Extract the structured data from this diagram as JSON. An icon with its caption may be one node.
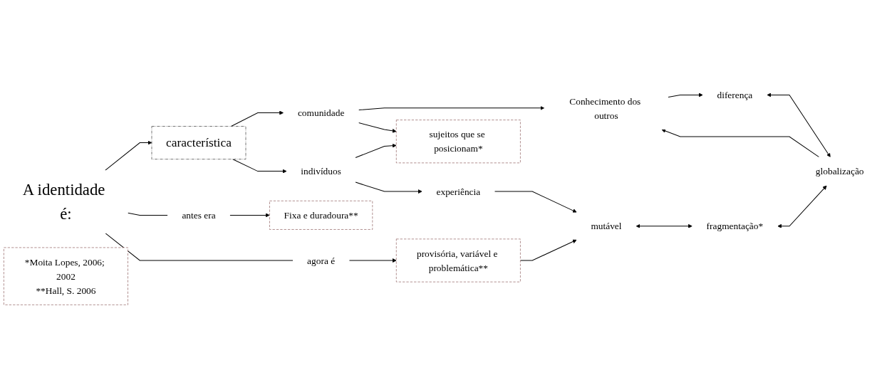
{
  "diagram": {
    "nodes": [
      {
        "text": [
          "A identidade é:"
        ]
      },
      {
        "text": [
          "característica"
        ]
      },
      {
        "text": [
          "comunidade"
        ]
      },
      {
        "text": [
          "indivíduos"
        ]
      },
      {
        "text": [
          "sujeitos que se posicionam*"
        ]
      },
      {
        "text": [
          "Conhecimento dos outros"
        ]
      },
      {
        "text": [
          "diferença"
        ]
      },
      {
        "text": [
          "globalização"
        ]
      },
      {
        "text": [
          "experiência"
        ]
      },
      {
        "text": [
          "fragmentação*"
        ]
      },
      {
        "text": [
          "mutável"
        ]
      },
      {
        "text": [
          "antes era"
        ]
      },
      {
        "text": [
          "agora é"
        ]
      },
      {
        "text": [
          "Fixa e duradoura**"
        ]
      },
      {
        "text": [
          "provisória, variável e problemática**"
        ]
      },
      {
        "text": [
          "*Moita Lopes, 2006; 2002",
          "**Hall, S. 2006"
        ]
      }
    ],
    "edges": [
      {
        "from": 0,
        "to": 1,
        "arrow": "to"
      },
      {
        "from": 1,
        "to": 2,
        "arrow": "to"
      },
      {
        "from": 1,
        "to": 3,
        "arrow": "to"
      },
      {
        "from": 2,
        "to": 5,
        "arrow": "to"
      },
      {
        "from": 2,
        "to": 4,
        "arrow": "to"
      },
      {
        "from": 3,
        "to": 4,
        "arrow": "to"
      },
      {
        "from": 5,
        "to": 6,
        "arrow": "to"
      },
      {
        "from": 7,
        "to": 5,
        "arrow": "to"
      },
      {
        "from": 6,
        "to": 7,
        "arrow": "both"
      },
      {
        "from": 3,
        "to": 8,
        "arrow": "to"
      },
      {
        "from": 8,
        "to": 10,
        "arrow": "to"
      },
      {
        "from": 10,
        "to": 9,
        "arrow": "both"
      },
      {
        "from": 9,
        "to": 7,
        "arrow": "both"
      },
      {
        "from": 0,
        "to": 11,
        "arrow": "none"
      },
      {
        "from": 0,
        "to": 12,
        "arrow": "none"
      },
      {
        "from": 11,
        "to": 13,
        "arrow": "to"
      },
      {
        "from": 12,
        "to": 14,
        "arrow": "to"
      },
      {
        "from": 14,
        "to": 10,
        "arrow": "to"
      }
    ]
  }
}
